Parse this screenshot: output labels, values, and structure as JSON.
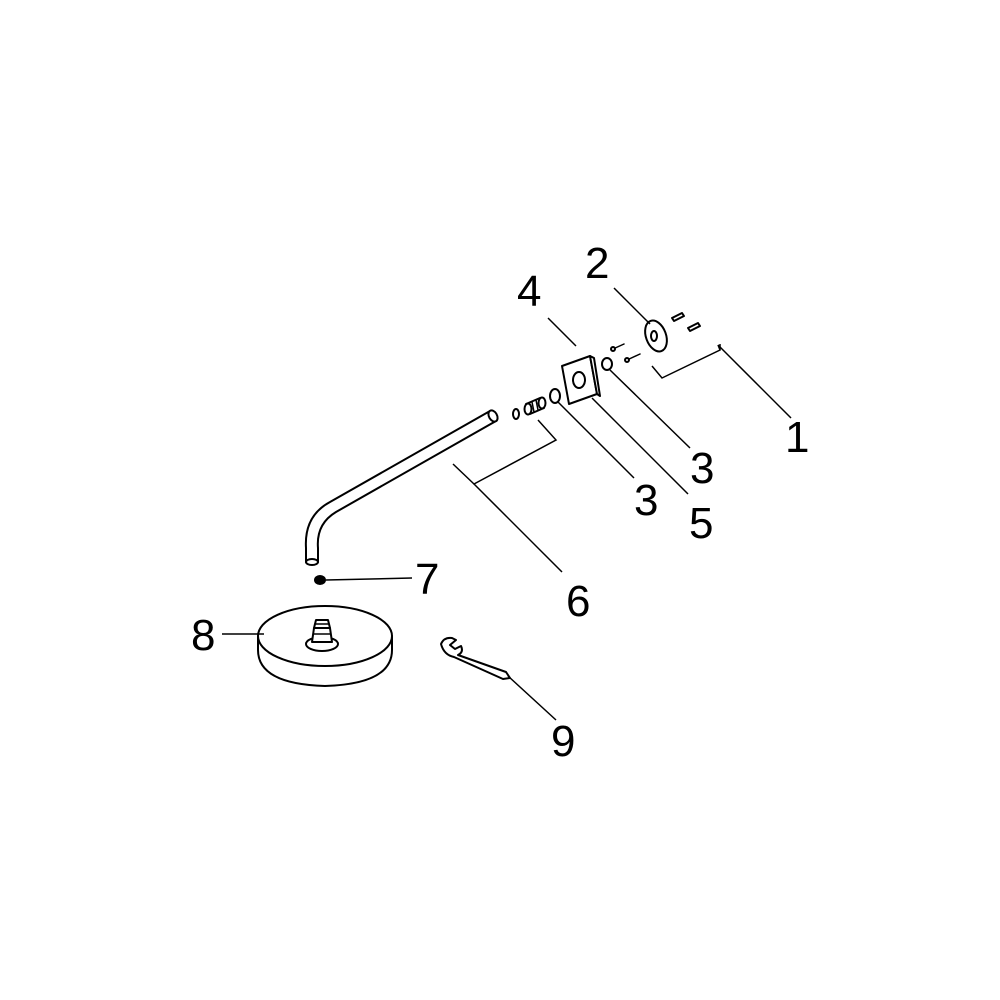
{
  "callouts": [
    {
      "id": "1",
      "text": "1"
    },
    {
      "id": "2",
      "text": "2"
    },
    {
      "id": "3a",
      "text": "3"
    },
    {
      "id": "3b",
      "text": "3"
    },
    {
      "id": "4",
      "text": "4"
    },
    {
      "id": "5",
      "text": "5"
    },
    {
      "id": "6",
      "text": "6"
    },
    {
      "id": "7",
      "text": "7"
    },
    {
      "id": "8",
      "text": "8"
    },
    {
      "id": "9",
      "text": "9"
    }
  ],
  "colors": {
    "ink": "#000000",
    "background": "#ffffff"
  }
}
